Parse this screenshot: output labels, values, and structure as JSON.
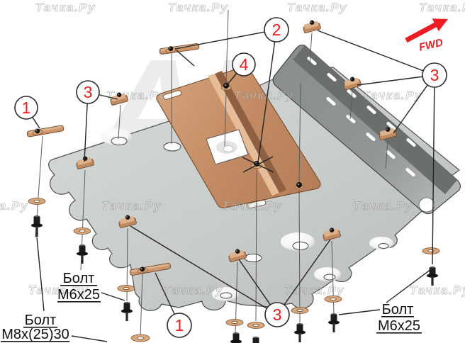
{
  "diagram": {
    "description": "Exploded installation diagram of an automotive engine skid plate with fastener callouts",
    "watermark_text": "Тачка.Ру",
    "brand_watermark": "AL",
    "fwd_label": "FWD",
    "callouts": {
      "c1_left": "1",
      "c3_left": "3",
      "c2_top": "2",
      "c4_top": "4",
      "c3_right": "3",
      "c3_bottom": "3",
      "c1_bottom": "1"
    },
    "labels": {
      "bolt_m6_left": {
        "line1": "Болт",
        "line2": "M6x25"
      },
      "bolt_m8": {
        "line1": "Болт",
        "line2": "M8x(25)30"
      },
      "bolt_m6_right": {
        "line1": "Болт",
        "line2": "M6x25"
      }
    },
    "colors": {
      "accent_red": "#ed1c24",
      "callout_number_red": "#ee1b1b",
      "plate_gray": "#c9cdcc",
      "slab_gray": "#8e9292",
      "slab_dark_stripe": "#6a6e6d",
      "copper_bracket": "#c79272",
      "washer_copper": "#d8a77c",
      "bolt_black": "#1f1d1c",
      "leader_line": "#252525"
    }
  }
}
